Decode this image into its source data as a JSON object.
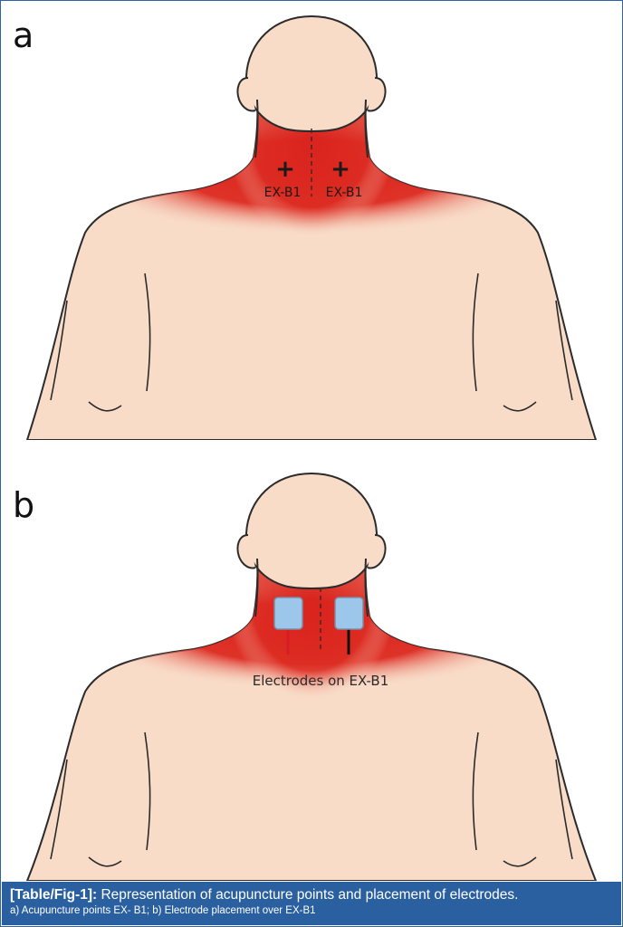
{
  "panel_a": {
    "letter": "a",
    "point_left": "EX-B1",
    "point_right": "EX-B1",
    "marker": "+"
  },
  "panel_b": {
    "letter": "b",
    "electrode_label": "Electrodes on EX-B1"
  },
  "caption": {
    "label": "[Table/Fig-1]:",
    "title": " Representation of acupuncture points and placement of electrodes.",
    "subtitle": "a) Acupuncture points EX- B1; b) Electrode placement over EX-B1"
  },
  "colors": {
    "skin": "#f8dcc8",
    "outline": "#2b2b2b",
    "highlight": "#d9221c",
    "electrode": "#9cc7ea",
    "wire_left": "#d81c24",
    "wire_right": "#111111",
    "caption_bg": "#2a5fa0"
  },
  "icons": {
    "marker": "plus-sign",
    "electrode": "electrode-pad"
  }
}
